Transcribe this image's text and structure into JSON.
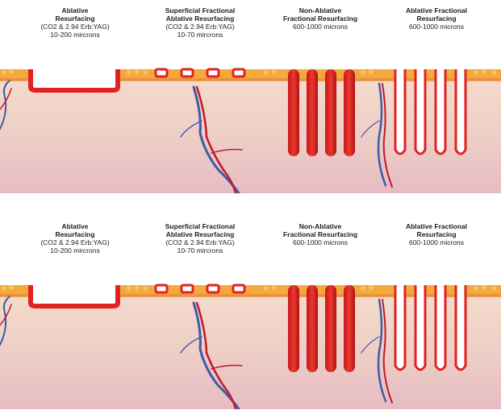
{
  "panels": [
    {
      "labels": [
        {
          "line1": "Ablative",
          "line2": "Resurfacing",
          "line3": "(CO2 & 2.94 Erb:YAG)",
          "line4": "10-200 mircrons"
        },
        {
          "line1": "Superficial Fractional",
          "line2": "Ablative Resurfacing",
          "line3": "(CO2 & 2.94 Erb:YAG)",
          "line4": "10-70 mircrons"
        },
        {
          "line1": "Non-Ablative",
          "line2": "Fractional Resurfacing",
          "line3": "600-1000 microns",
          "line4": ""
        },
        {
          "line1": "Ablative Fractional",
          "line2": "Resurfacing",
          "line3": "600-1000 microns",
          "line4": ""
        }
      ]
    },
    {
      "labels": [
        {
          "line1": "Ablative",
          "line2": "Resurfacing",
          "line3": "(CO2 & 2.94 Erb:YAG)",
          "line4": "10-200 mircrons"
        },
        {
          "line1": "Superficial Fractional",
          "line2": "Ablative Resurfacing",
          "line3": "(CO2 & 2.94 Erb:YAG)",
          "line4": "10-70 mircrons"
        },
        {
          "line1": "Non-Ablative",
          "line2": "Fractional Resurfacing",
          "line3": "600-1000 microns",
          "line4": ""
        },
        {
          "line1": "Ablative Fractional",
          "line2": "Resurfacing",
          "line3": "600-1000 microns",
          "line4": ""
        }
      ]
    }
  ],
  "colors": {
    "skin_top": "#f2d9c8",
    "skin_bottom": "#e7bfc3",
    "epidermis": "#f2a23a",
    "ablation_red": "#e02020",
    "coagulation_dark": "#b5121b",
    "vessel_blue": "#3f5aa8",
    "vessel_red": "#c2192b"
  }
}
